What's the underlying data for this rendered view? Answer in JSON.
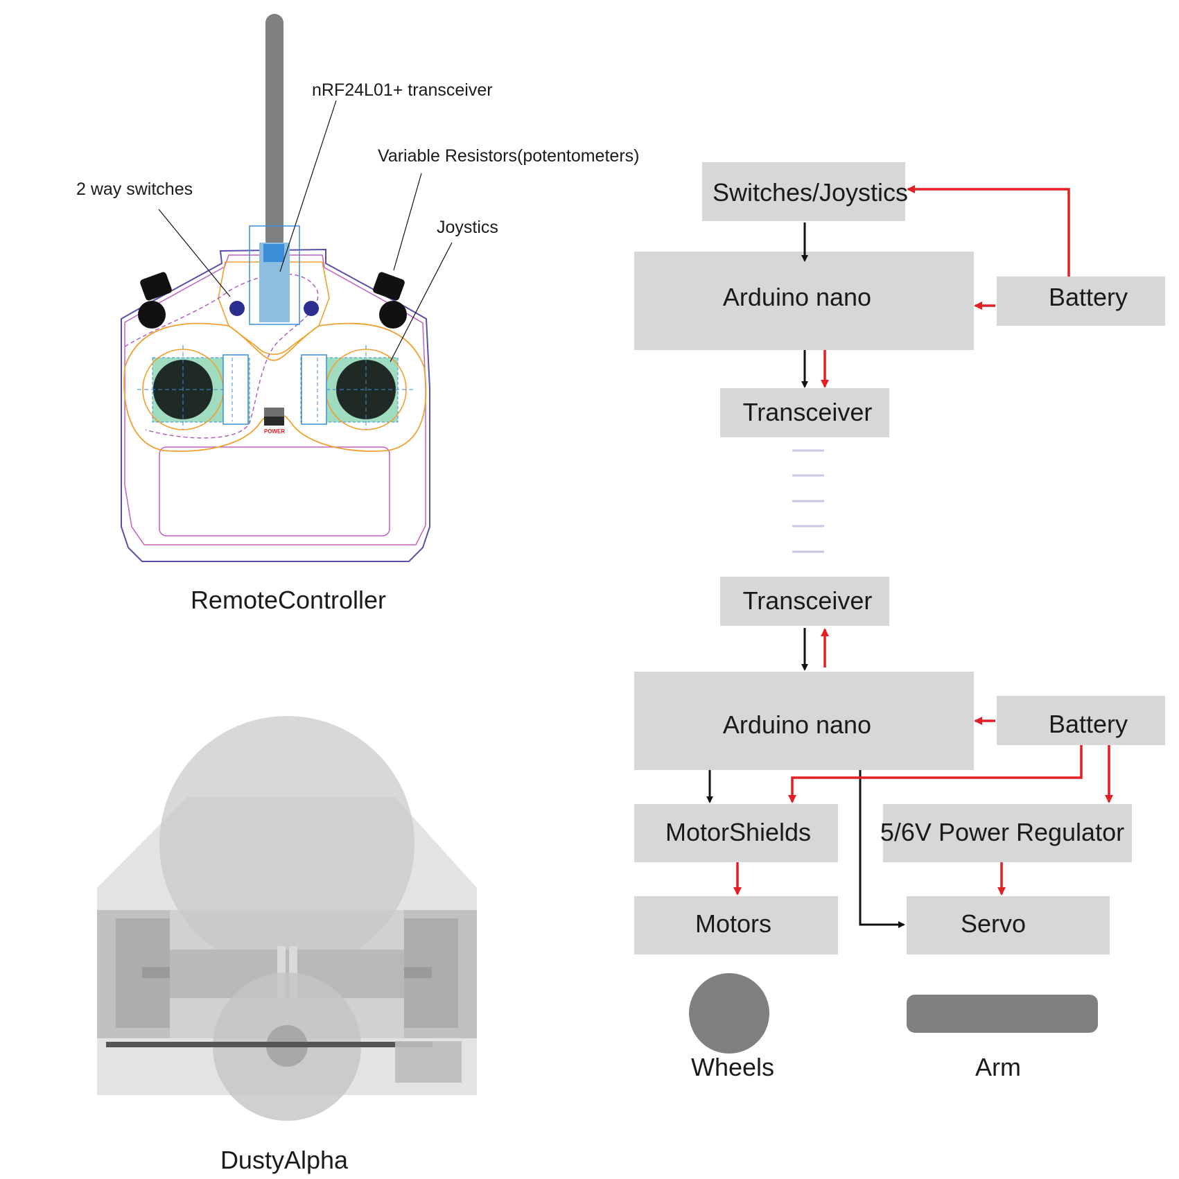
{
  "colors": {
    "box_fill": "#d7d7d7",
    "signal_arrow": "#111111",
    "power_arrow": "#e31e24",
    "antenna": "#808080",
    "joystick": "#1f2a27",
    "joystick_pad": "#9fdcc0",
    "switch_knob": "#2c2f8f",
    "transceiver_module": "#8fbfe0",
    "ghost_gray": "#cfcfcf"
  },
  "remote": {
    "caption": "RemoteController",
    "callouts": {
      "transceiver": "nRF24L01+ transceiver",
      "resistors": "Variable Resistors(potentometers)",
      "switches": "2 way switches",
      "joysticks": "Joystics"
    },
    "power_label": "POWER"
  },
  "robot": {
    "caption": "DustyAlpha"
  },
  "flow": {
    "switches": "Switches/Joystics",
    "arduino_top": "Arduino nano",
    "battery_top": "Battery",
    "transceiver_top": "Transceiver",
    "transceiver_bottom": "Transceiver",
    "arduino_bottom": "Arduino nano",
    "battery_bottom": "Battery",
    "motorshields": "MotorShields",
    "regulator": "5/6V Power Regulator",
    "motors": "Motors",
    "servo": "Servo",
    "wheels": "Wheels",
    "arm": "Arm"
  }
}
